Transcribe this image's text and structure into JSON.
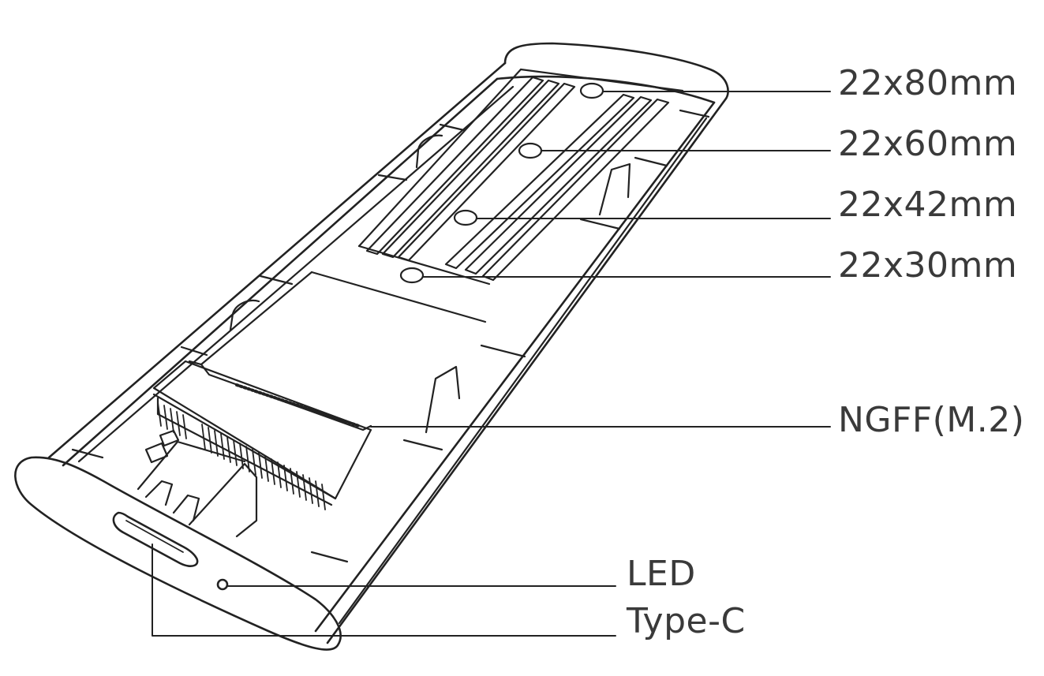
{
  "callouts": {
    "size_80": "22x80mm",
    "size_60": "22x60mm",
    "size_42": "22x42mm",
    "size_30": "22x30mm",
    "ngff": "NGFF(M.2)",
    "led": "LED",
    "typec": "Type-C"
  },
  "colors": {
    "stroke": "#222222",
    "label_text": "#3a3a3a",
    "background": "#ffffff"
  }
}
